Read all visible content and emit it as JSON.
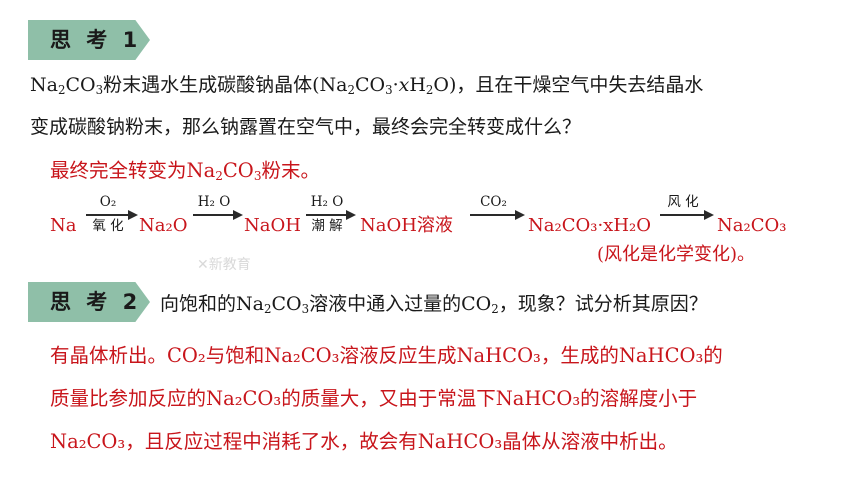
{
  "tags": {
    "t1": "思 考 1",
    "t2": "思 考 2"
  },
  "q1": {
    "l1_a": "Na",
    "l1_b": "2",
    "l1_c": "CO",
    "l1_d": "3",
    "l1_e": "粉末遇水生成碳酸钠晶体(Na",
    "l1_f": "2",
    "l1_g": "CO",
    "l1_h": "3",
    "l1_i": "·",
    "l1_j": "x",
    "l1_k": "H",
    "l1_l": "2",
    "l1_m": "O)，且在干燥空气中失去结晶水",
    "l2": "变成碳酸钠粉末，那么钠露置在空气中，最终会完全转变成什么？"
  },
  "a1": {
    "a": "最终完全转变为Na",
    "b": "2",
    "c": "CO",
    "d": "3",
    "e": "粉末。"
  },
  "eq": {
    "na": "Na",
    "arrow1_top": "O₂",
    "arrow1_bottom": "氧 化",
    "na2o": "Na₂O",
    "arrow2_top": "H₂ O",
    "naoh": "NaOH",
    "arrow3_top": "H₂ O",
    "arrow3_bottom": "潮 解",
    "naoh_sol": "NaOH溶液",
    "arrow4_top": "CO₂",
    "hydrate": "Na₂CO₃·xH₂O",
    "arrow5_top": "风 化",
    "na2co3": "Na₂CO₃",
    "note": "(风化是化学变化)。"
  },
  "watermark": "✕新教育",
  "q2": {
    "a": "向饱和的Na",
    "b": "2",
    "c": "CO",
    "d": "3",
    "e": "溶液中通入过量的CO",
    "f": "2",
    "g": "，现象？试分析其原因？"
  },
  "a2": {
    "l1": "有晶体析出。CO₂与饱和Na₂CO₃溶液反应生成NaHCO₃，生成的NaHCO₃的",
    "l2": "质量比参加反应的Na₂CO₃的质量大，又由于常温下NaHCO₃的溶解度小于",
    "l3": "Na₂CO₃，且反应过程中消耗了水，故会有NaHCO₃晶体从溶液中析出。"
  },
  "colors": {
    "tag_bg": "#8fbfa8",
    "answer_red": "#c8151b",
    "text": "#1a1a1a"
  }
}
